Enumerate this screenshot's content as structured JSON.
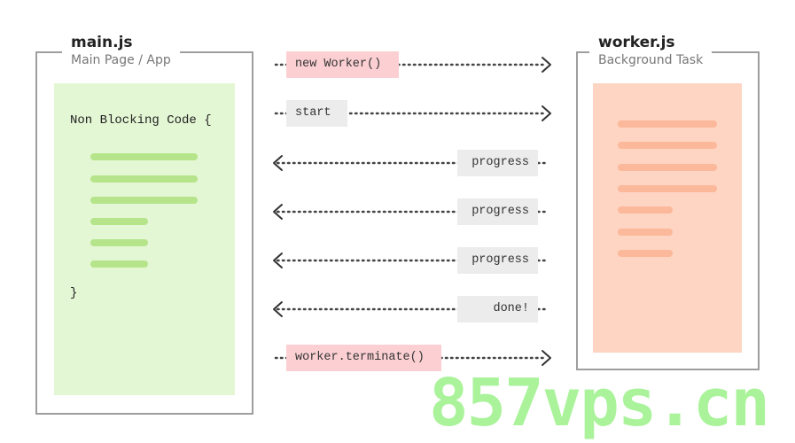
{
  "main": {
    "title": "main.js",
    "subtitle": "Main Page / App",
    "code_open": "Non Blocking Code {",
    "code_close": "}",
    "panel_color": "#e4f7d4",
    "bar_color": "#b5e48a"
  },
  "worker": {
    "title": "worker.js",
    "subtitle": "Background Task",
    "panel_color": "#fdd5c2",
    "bar_color": "#fbb89a"
  },
  "messages": [
    {
      "label": "new Worker()",
      "direction": "to-worker",
      "style": "pink"
    },
    {
      "label": "start",
      "direction": "to-worker",
      "style": "gray"
    },
    {
      "label": "progress",
      "direction": "to-main",
      "style": "gray"
    },
    {
      "label": "progress",
      "direction": "to-main",
      "style": "gray"
    },
    {
      "label": "progress",
      "direction": "to-main",
      "style": "gray"
    },
    {
      "label": "done!",
      "direction": "to-main",
      "style": "gray"
    },
    {
      "label": "worker.terminate()",
      "direction": "to-worker",
      "style": "pink"
    }
  ],
  "watermark": "857vps.cn"
}
